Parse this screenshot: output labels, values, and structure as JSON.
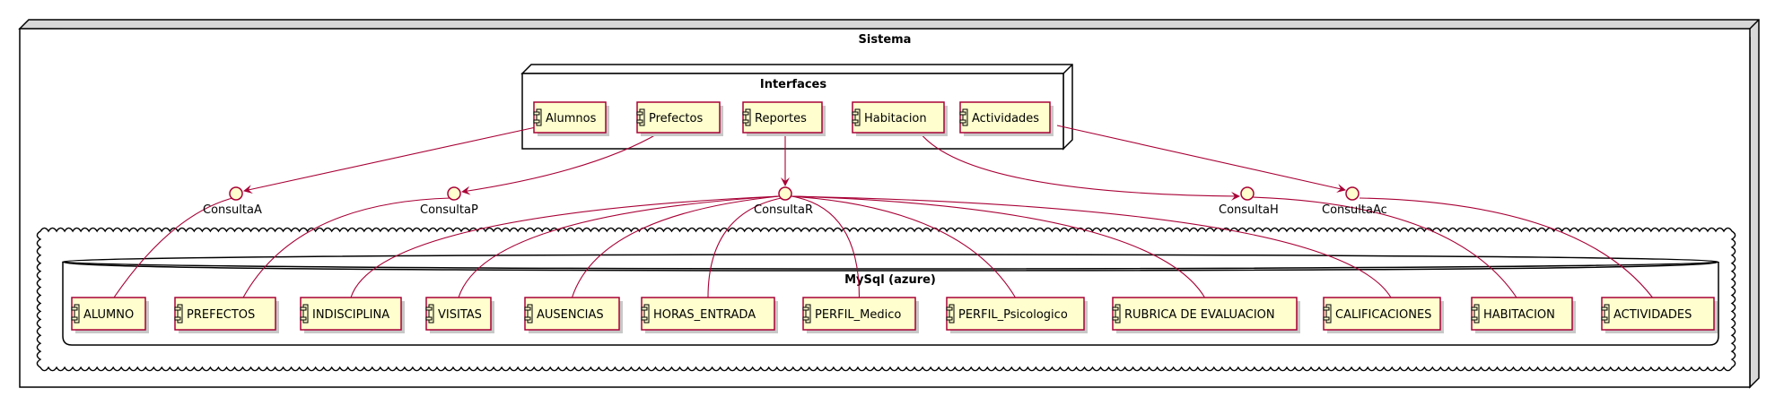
{
  "diagram": {
    "system_title": "Sistema",
    "interfaces_title": "Interfaces",
    "cloud_title": "MySql (azure)",
    "interface_components": [
      "Alumnos",
      "Prefectos",
      "Reportes",
      "Habitacion",
      "Actividades"
    ],
    "consultas": [
      "ConsultaA",
      "ConsultaP",
      "ConsultaR",
      "ConsultaH",
      "ConsultaAc"
    ],
    "tables": [
      "ALUMNO",
      "PREFECTOS",
      "INDISCIPLINA",
      "VISITAS",
      "AUSENCIAS",
      "HORAS_ENTRADA",
      "PERFIL_Medico",
      "PERFIL_Psicologico",
      "RUBRICA DE EVALUACION",
      "CALIFICACIONES",
      "HABITACION",
      "ACTIVIDADES"
    ],
    "colors": {
      "component_fill": "#FEFECE",
      "component_border": "#A80036",
      "arrow": "#A80036",
      "frame": "#000000",
      "shadow": "#c8c8c8"
    }
  }
}
